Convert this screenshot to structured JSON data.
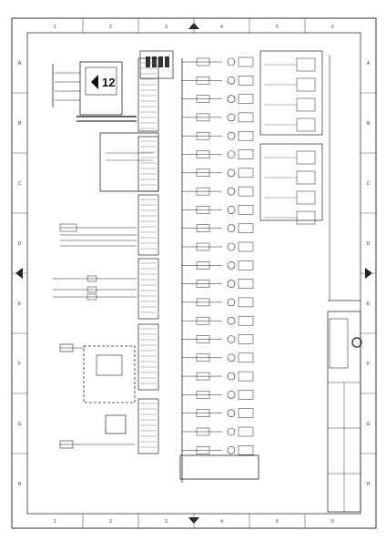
{
  "drawing": {
    "display_value": "12",
    "column_refs": [
      "1",
      "2",
      "3",
      "4",
      "5",
      "6"
    ],
    "row_refs": [
      "A",
      "B",
      "C",
      "D",
      "E",
      "F",
      "G",
      "H"
    ],
    "left_terminal_labels": [],
    "relay_outputs": [],
    "valves": [],
    "title_block": {
      "title": "",
      "drawing_number": "",
      "page": "",
      "sheet_label": ""
    }
  },
  "colors": {
    "line": "#222222",
    "grid_line": "#555555",
    "paper": "#ffffff"
  }
}
